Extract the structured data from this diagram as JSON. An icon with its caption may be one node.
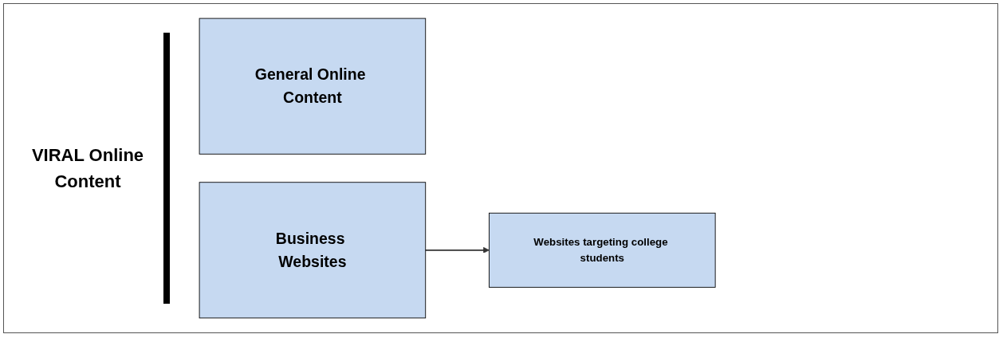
{
  "diagram": {
    "nodes": [
      {
        "text": [
          "General Online Content"
        ]
      },
      {
        "text": [
          "Business Websites"
        ]
      },
      {
        "text": [
          "Websites targeting college students"
        ]
      }
    ],
    "edges": [
      {
        "from": 1,
        "to": 2,
        "arrow": "to"
      }
    ],
    "labels": [
      "VIRAL Online Content"
    ]
  }
}
